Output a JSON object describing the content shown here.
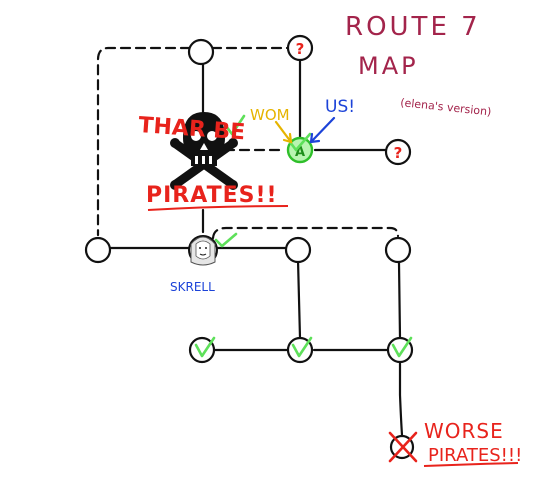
{
  "title": {
    "line1": "ROUTE 7",
    "line2": "MAP",
    "subtitle": "(elena's version)",
    "color": "#a3244b"
  },
  "annotations": {
    "pirates_top": "THAR BE",
    "pirates_main": "PIRATES!!",
    "wom": "WOM",
    "us": "US!",
    "skrell": "SKRELL",
    "worse_line1": "WORSE",
    "worse_line2": "PIRATES!!!"
  },
  "node_labels": {
    "unknown": "?",
    "current": "A"
  },
  "colors": {
    "red": "#e8231c",
    "yellow": "#e6b400",
    "blue": "#1c43d8",
    "green": "#5ee05a",
    "ink": "#111111"
  },
  "icons": {
    "skull": "skull-crossbones-icon",
    "portrait": "skrell-portrait-icon",
    "check": "check-mark-icon",
    "cross": "x-mark-icon"
  }
}
